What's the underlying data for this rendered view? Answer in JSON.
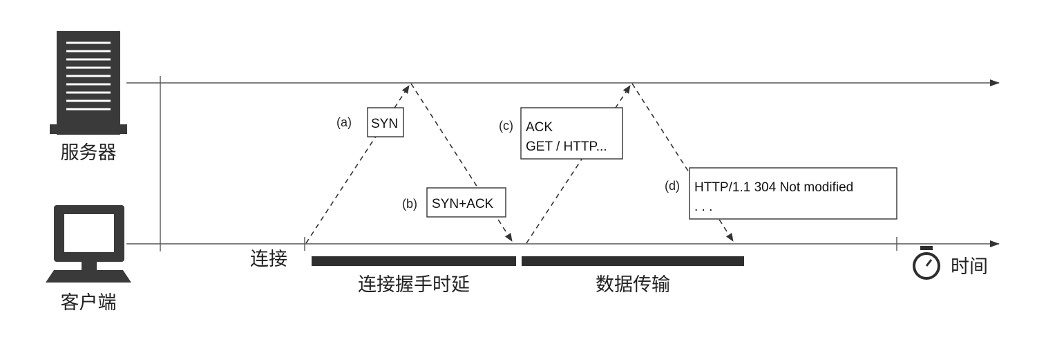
{
  "server_label": "服务器",
  "client_label": "客户端",
  "connect_label": "连接",
  "time_label": "时间",
  "steps": {
    "a": {
      "tag": "(a)",
      "lines": [
        "SYN"
      ]
    },
    "b": {
      "tag": "(b)",
      "lines": [
        "SYN+ACK"
      ]
    },
    "c": {
      "tag": "(c)",
      "lines": [
        "ACK",
        "GET / HTTP..."
      ]
    },
    "d": {
      "tag": "(d)",
      "lines": [
        "HTTP/1.1 304 Not modified",
        ". . ."
      ]
    }
  },
  "phases": {
    "handshake": "连接握手时延",
    "transfer": "数据传输"
  },
  "icons": {
    "server": "server-tower-icon",
    "client": "desktop-computer-icon",
    "timer": "stopwatch-icon"
  }
}
